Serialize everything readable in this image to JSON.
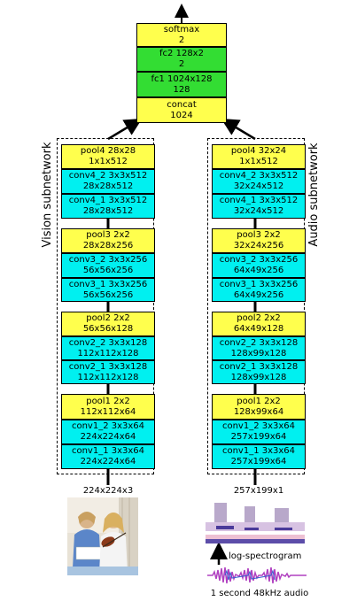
{
  "top": {
    "softmax": {
      "title": "softmax",
      "dim": "2"
    },
    "fc2": {
      "title": "fc2 128x2",
      "dim": "2"
    },
    "fc1": {
      "title": "fc1 1024x128",
      "dim": "128"
    },
    "concat": {
      "title": "concat",
      "dim": "1024"
    }
  },
  "vision": {
    "label": "Vision subnetwork",
    "input_label": "224x224x3",
    "layers": [
      {
        "title": "pool4 28x28",
        "dim": "1x1x512"
      },
      {
        "title": "conv4_2 3x3x512",
        "dim": "28x28x512"
      },
      {
        "title": "conv4_1 3x3x512",
        "dim": "28x28x512"
      },
      {
        "title": "pool3 2x2",
        "dim": "28x28x256"
      },
      {
        "title": "conv3_2 3x3x256",
        "dim": "56x56x256"
      },
      {
        "title": "conv3_1 3x3x256",
        "dim": "56x56x256"
      },
      {
        "title": "pool2 2x2",
        "dim": "56x56x128"
      },
      {
        "title": "conv2_2 3x3x128",
        "dim": "112x112x128"
      },
      {
        "title": "conv2_1 3x3x128",
        "dim": "112x112x128"
      },
      {
        "title": "pool1 2x2",
        "dim": "112x112x64"
      },
      {
        "title": "conv1_2 3x3x64",
        "dim": "224x224x64"
      },
      {
        "title": "conv1_1 3x3x64",
        "dim": "224x224x64"
      }
    ]
  },
  "audio": {
    "label": "Audio subnetwork",
    "input_label": "257x199x1",
    "spectrogram_label": "log-spectrogram",
    "audio_label": "1 second 48kHz audio",
    "layers": [
      {
        "title": "pool4 32x24",
        "dim": "1x1x512"
      },
      {
        "title": "conv4_2 3x3x512",
        "dim": "32x24x512"
      },
      {
        "title": "conv4_1 3x3x512",
        "dim": "32x24x512"
      },
      {
        "title": "pool3 2x2",
        "dim": "32x24x256"
      },
      {
        "title": "conv3_2 3x3x256",
        "dim": "64x49x256"
      },
      {
        "title": "conv3_1 3x3x256",
        "dim": "64x49x256"
      },
      {
        "title": "pool2 2x2",
        "dim": "64x49x128"
      },
      {
        "title": "conv2_2 3x3x128",
        "dim": "128x99x128"
      },
      {
        "title": "conv2_1 3x3x128",
        "dim": "128x99x128"
      },
      {
        "title": "pool1 2x2",
        "dim": "128x99x64"
      },
      {
        "title": "conv1_2 3x3x64",
        "dim": "257x199x64"
      },
      {
        "title": "conv1_1 3x3x64",
        "dim": "257x199x64"
      }
    ]
  },
  "colors": {
    "pool": "#ffff4d",
    "conv": "#00f0f0",
    "fc": "#33dd33"
  }
}
